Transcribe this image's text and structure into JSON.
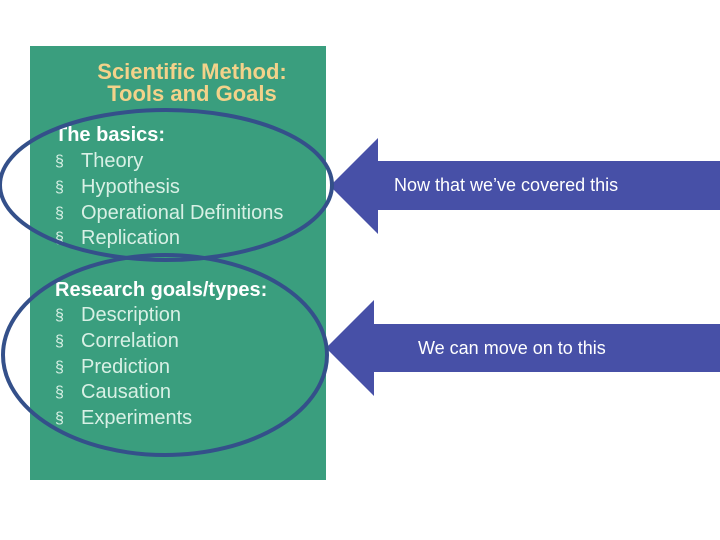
{
  "panel": {
    "title_line1": "Scientific Method:",
    "title_line2": "Tools and Goals",
    "basics": {
      "heading": "The basics:",
      "items": [
        "Theory",
        "Hypothesis",
        "Operational Definitions",
        "Replication"
      ]
    },
    "research": {
      "heading": "Research goals/types:",
      "items": [
        "Description",
        "Correlation",
        "Prediction",
        "Causation",
        "Experiments"
      ]
    },
    "bullet_glyph": "§"
  },
  "arrows": {
    "top_label": "Now that we’ve covered this",
    "bottom_label": "We can move on to this"
  },
  "colors": {
    "panel": "#3a9e7e",
    "title": "#f3d28a",
    "arrow_fill": "#4750a7",
    "ellipse_stroke": "#34508a"
  }
}
